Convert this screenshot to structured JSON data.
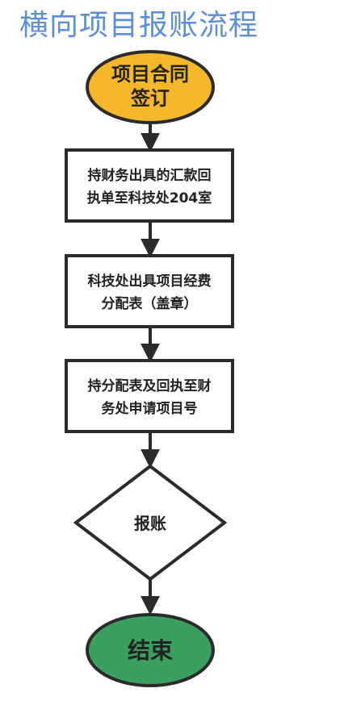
{
  "title": "横向项目报账流程",
  "colors": {
    "title": "#5b8fd9",
    "start_fill": "#f6b82b",
    "end_fill": "#3aa05f",
    "stroke": "#2b2b2b",
    "box_fill": "#ffffff"
  },
  "nodes": {
    "start": {
      "line1": "项目合同",
      "line2": "签订"
    },
    "step1": {
      "line1": "持财务出具的汇款回",
      "line2": "执单至科技处204室"
    },
    "step2": {
      "line1": "科技处出具项目经费",
      "line2": "分配表（盖章）"
    },
    "step3": {
      "line1": "持分配表及回执至财",
      "line2": "务处申请项目号"
    },
    "decision": {
      "label": "报账"
    },
    "end": {
      "label": "结束"
    }
  }
}
